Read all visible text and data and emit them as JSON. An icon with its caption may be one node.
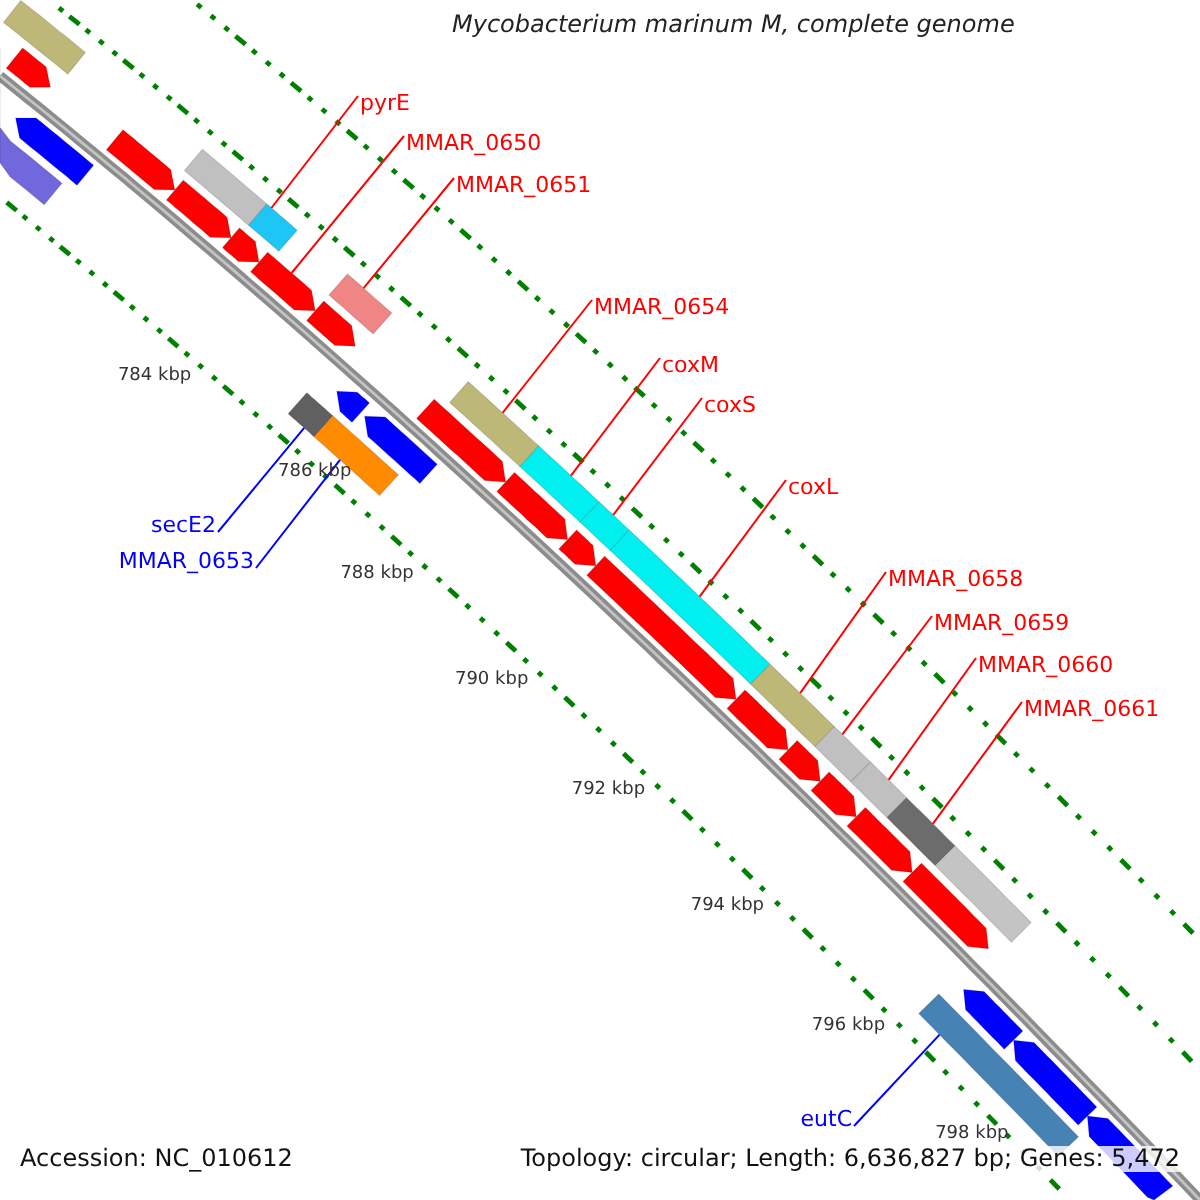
{
  "diagram": {
    "title": "Mycobacterium marinum M, complete genome",
    "nodes": [
      {
        "text": [
          "pyrE"
        ]
      },
      {
        "text": [
          "MMAR_0650"
        ]
      },
      {
        "text": [
          "MMAR_0651"
        ]
      },
      {
        "text": [
          "MMAR_0654"
        ]
      },
      {
        "text": [
          "coxM"
        ]
      },
      {
        "text": [
          "coxS"
        ]
      },
      {
        "text": [
          "coxL"
        ]
      },
      {
        "text": [
          "MMAR_0658"
        ]
      },
      {
        "text": [
          "MMAR_0659"
        ]
      },
      {
        "text": [
          "MMAR_0660"
        ]
      },
      {
        "text": [
          "MMAR_0661"
        ]
      },
      {
        "text": [
          "secE2"
        ]
      },
      {
        "text": [
          "MMAR_0653"
        ]
      },
      {
        "text": [
          "eutC"
        ]
      },
      {
        "text": [],
        "shape": "bar"
      },
      {
        "text": [],
        "shape": "bar"
      },
      {
        "text": [],
        "shape": "bar"
      },
      {
        "text": [],
        "shape": "bar"
      },
      {
        "text": [],
        "shape": "bar"
      },
      {
        "text": [],
        "shape": "bar"
      },
      {
        "text": [],
        "shape": "bar"
      },
      {
        "text": [],
        "shape": "bar"
      },
      {
        "text": [],
        "shape": "bar"
      },
      {
        "text": [],
        "shape": "bar"
      },
      {
        "text": [],
        "shape": "bar"
      },
      {
        "text": [],
        "shape": "bar"
      },
      {
        "text": [],
        "shape": "bar"
      },
      {
        "text": [],
        "shape": "bar"
      },
      {
        "text": [],
        "shape": "bar"
      },
      {
        "text": [],
        "shape": "bar"
      },
      {
        "text": [],
        "shape": "bar"
      },
      {
        "text": [],
        "shape": "bar"
      },
      {
        "text": [],
        "shape": "bar"
      },
      {
        "text": [],
        "shape": "bar"
      },
      {
        "text": [],
        "shape": "bar"
      },
      {
        "text": [],
        "shape": "bar"
      },
      {
        "text": [],
        "shape": "bar"
      },
      {
        "text": [],
        "shape": "bar"
      },
      {
        "text": [],
        "shape": "bar"
      },
      {
        "text": [],
        "shape": "bar"
      },
      {
        "text": [],
        "shape": "bar"
      },
      {
        "text": [],
        "shape": "bar"
      },
      {
        "text": [],
        "shape": "bar"
      },
      {
        "text": [],
        "shape": "bar"
      },
      {
        "text": [],
        "shape": "bar"
      },
      {
        "text": [],
        "shape": "bar"
      },
      {
        "text": [],
        "shape": "bar"
      },
      {
        "text": [],
        "shape": "bar"
      },
      {
        "text": [],
        "shape": "bar"
      },
      {
        "text": [],
        "shape": "bar"
      },
      {
        "text": [],
        "shape": "bar"
      },
      {
        "text": [],
        "shape": "bar"
      }
    ],
    "edges": [
      {
        "from": 0,
        "to": 22,
        "arrow": "none"
      },
      {
        "from": 1,
        "to": 23,
        "arrow": "none"
      },
      {
        "from": 2,
        "to": 25,
        "arrow": "none"
      },
      {
        "from": 3,
        "to": 31,
        "arrow": "none"
      },
      {
        "from": 4,
        "to": 32,
        "arrow": "none"
      },
      {
        "from": 5,
        "to": 34,
        "arrow": "none"
      },
      {
        "from": 6,
        "to": 36,
        "arrow": "none"
      },
      {
        "from": 7,
        "to": 38,
        "arrow": "none"
      },
      {
        "from": 8,
        "to": 41,
        "arrow": "none"
      },
      {
        "from": 9,
        "to": 43,
        "arrow": "none"
      },
      {
        "from": 10,
        "to": 45,
        "arrow": "none"
      },
      {
        "from": 11,
        "to": 26,
        "arrow": "none",
        "color": "#0000ff"
      },
      {
        "from": 12,
        "to": 28,
        "arrow": "none",
        "color": "#0000ff"
      },
      {
        "from": 13,
        "to": 48,
        "arrow": "none",
        "color": "#0000ff"
      }
    ],
    "labels": [
      "784 kbp",
      "786 kbp",
      "788 kbp",
      "790 kbp",
      "792 kbp",
      "794 kbp",
      "796 kbp",
      "798 kbp",
      "Accession: NC_010612",
      "Topology: circular; Length: 6,636,827 bp; Genes: 5,472"
    ]
  }
}
